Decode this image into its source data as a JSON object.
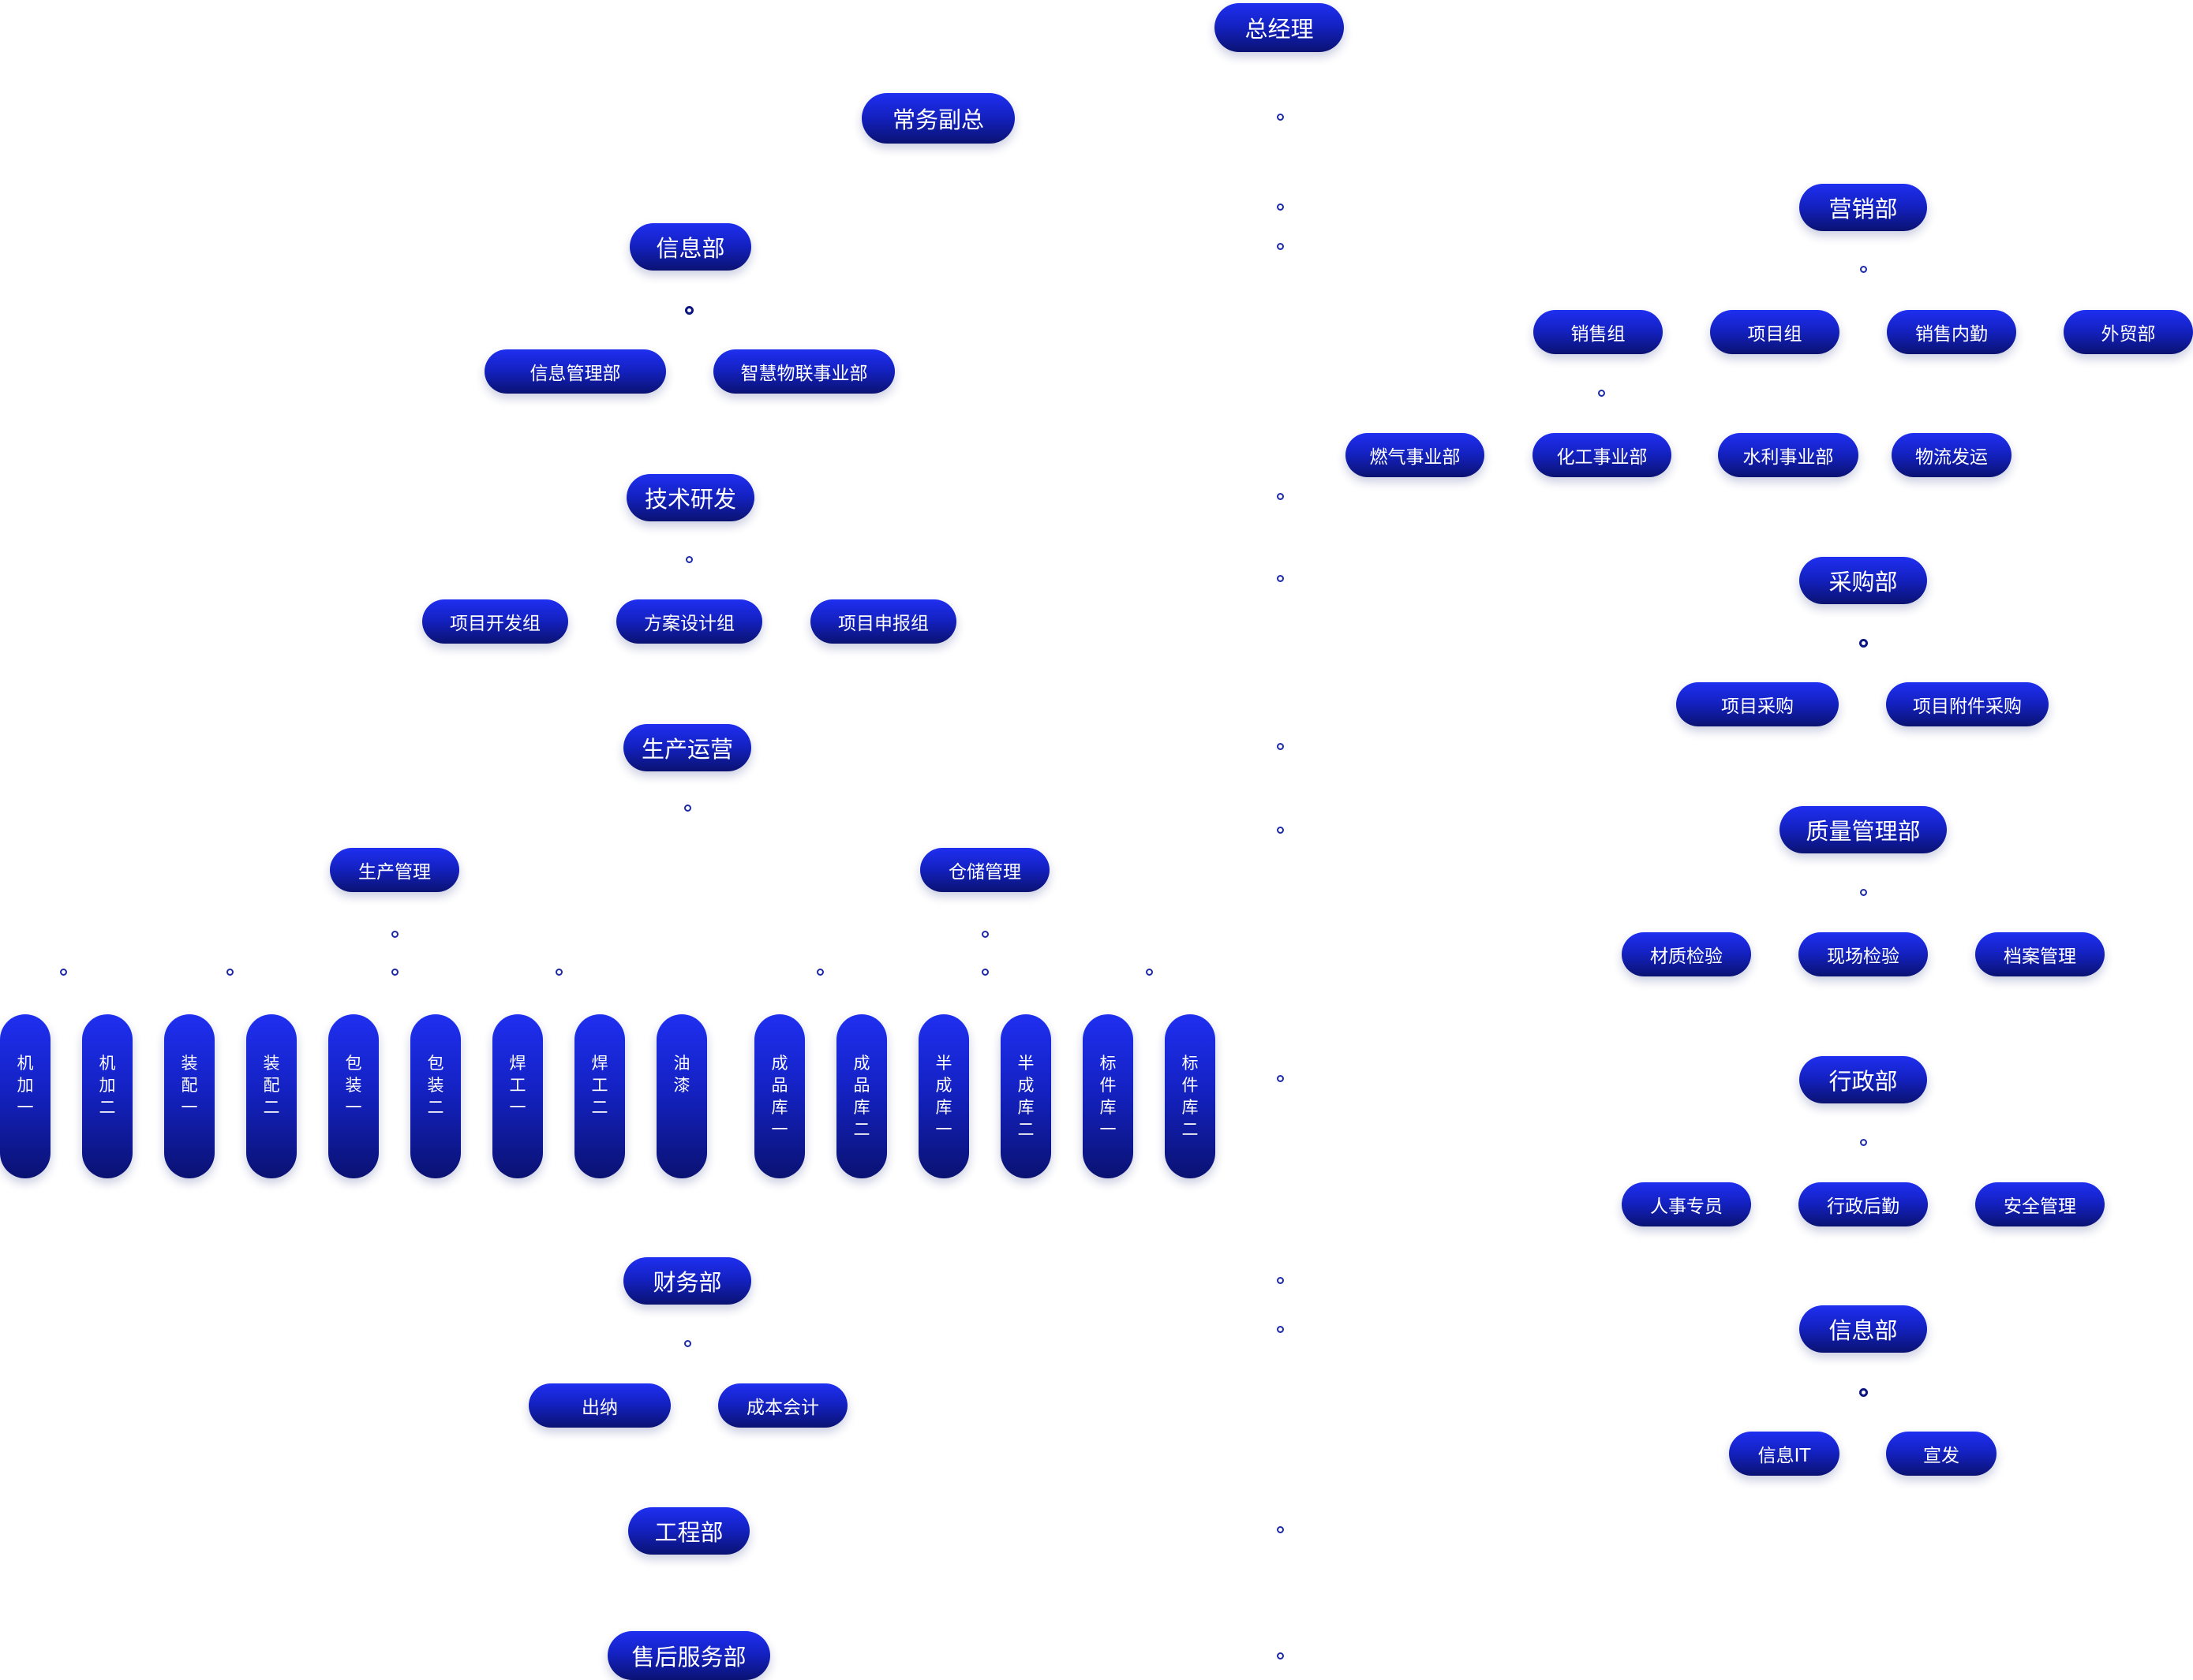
{
  "diagram": {
    "top": "总经理",
    "left": {
      "deputy": "常务副总",
      "info_dept": {
        "name": "信息部",
        "children": [
          "信息管理部",
          "智慧物联事业部"
        ]
      },
      "rnd": {
        "name": "技术研发",
        "children": [
          "项目开发组",
          "方案设计组",
          "项目申报组"
        ]
      },
      "production": {
        "name": "生产运营",
        "prod_mgmt": {
          "name": "生产管理",
          "children": [
            "机加一",
            "机加二",
            "装配一",
            "装配二",
            "包装一",
            "包装二",
            "焊工一",
            "焊工二",
            "油漆"
          ]
        },
        "storage": {
          "name": "仓储管理",
          "children": [
            "成品库一",
            "成品库二",
            "半成库一",
            "半成库二",
            "标件库一",
            "标件库二"
          ]
        }
      },
      "finance": {
        "name": "财务部",
        "children": [
          "出纳",
          "成本会计"
        ]
      },
      "engineering": "工程部",
      "after_sales": "售后服务部"
    },
    "right": {
      "marketing": {
        "name": "营销部",
        "row1": [
          "销售组",
          "项目组",
          "销售内勤",
          "外贸部"
        ],
        "row2": [
          "燃气事业部",
          "化工事业部",
          "水利事业部",
          "物流发运"
        ]
      },
      "purchase": {
        "name": "采购部",
        "children": [
          "项目采购",
          "项目附件采购"
        ]
      },
      "quality": {
        "name": "质量管理部",
        "children": [
          "材质检验",
          "现场检验",
          "档案管理"
        ]
      },
      "admin": {
        "name": "行政部",
        "children": [
          "人事专员",
          "行政后勤",
          "安全管理"
        ]
      },
      "info_dept": {
        "name": "信息部",
        "children": [
          "信息IT",
          "宣发"
        ]
      }
    }
  }
}
